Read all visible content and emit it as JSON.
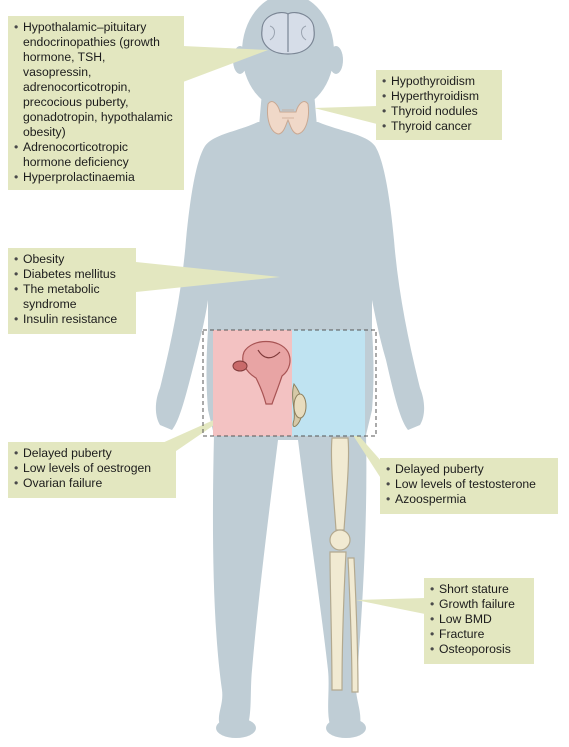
{
  "colors": {
    "body": "#bfcdd5",
    "callout": "#e3e7c0",
    "female_region": "#f3c2c2",
    "male_region": "#bfe3f1",
    "bone": "#f1ead2",
    "thyroid": "#f0d8c8",
    "brain": "#d6dde8"
  },
  "icons": [
    "brain-icon",
    "thyroid-icon",
    "uterus-icon",
    "testis-icon",
    "leg-bone-icon"
  ],
  "callouts": {
    "brain": [
      "Hypothalamic–pituitary endocrinopathies (growth hormone, TSH, vasopressin, adrenocorticotropin, precocious puberty, gonadotropin, hypothalamic obesity)",
      "Adrenocorticotropic hormone deficiency",
      "Hyperprolactinaemia"
    ],
    "thyroid": [
      "Hypothyroidism",
      "Hyperthyroidism",
      "Thyroid nodules",
      "Thyroid cancer"
    ],
    "metabolic": [
      "Obesity",
      "Diabetes mellitus",
      "The metabolic syndrome",
      "Insulin resistance"
    ],
    "female": [
      "Delayed puberty",
      "Low levels of oestrogen",
      "Ovarian failure"
    ],
    "male": [
      "Delayed puberty",
      "Low levels of testosterone",
      "Azoospermia"
    ],
    "bone": [
      "Short stature",
      "Growth failure",
      "Low BMD",
      "Fracture",
      "Osteoporosis"
    ]
  }
}
